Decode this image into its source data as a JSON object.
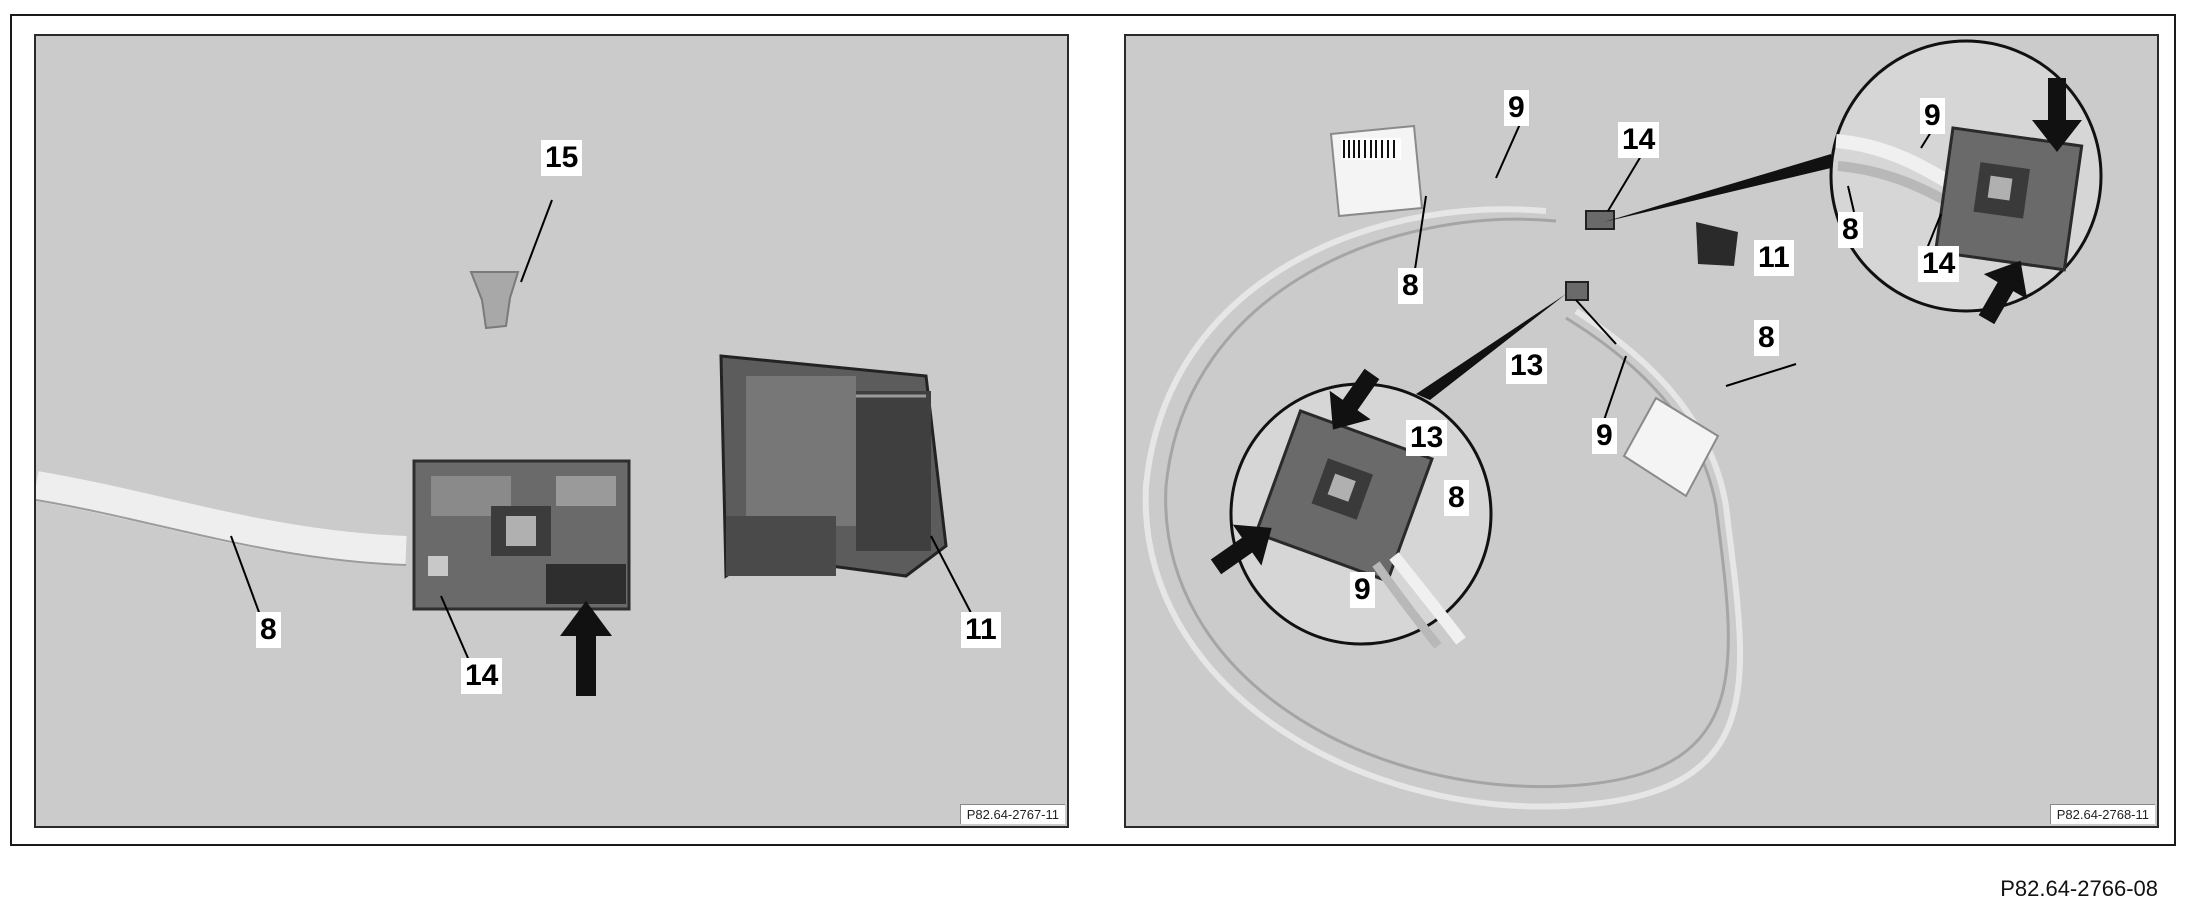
{
  "left_panel": {
    "callouts": {
      "c15": "15",
      "c8": "8",
      "c14": "14",
      "c11": "11"
    },
    "image_code": "P82.64-2767-11"
  },
  "right_panel": {
    "callouts": {
      "c9a": "9",
      "c14a": "14",
      "c8a": "8",
      "c11": "11",
      "c13a": "13",
      "c8b": "8",
      "c9b": "9",
      "z1_9": "9",
      "z1_8": "8",
      "z1_14": "14",
      "z2_13": "13",
      "z2_8": "8",
      "z2_9": "9"
    },
    "image_code": "P82.64-2768-11"
  },
  "figure_id": "P82.64-2766-08"
}
